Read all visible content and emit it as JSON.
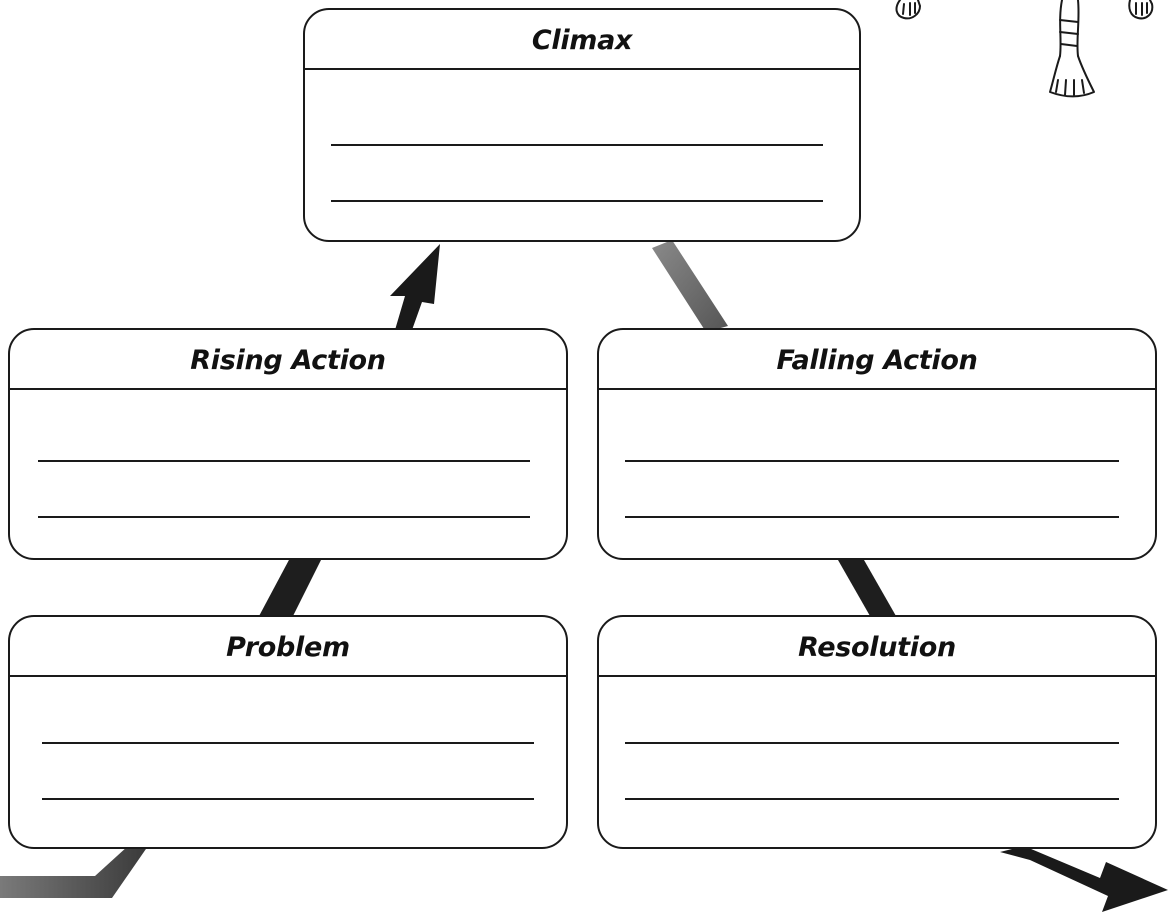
{
  "boxes": {
    "climax": {
      "title": "Climax"
    },
    "rising_action": {
      "title": "Rising Action"
    },
    "falling_action": {
      "title": "Falling Action"
    },
    "problem": {
      "title": "Problem"
    },
    "resolution": {
      "title": "Resolution"
    }
  },
  "colors": {
    "ink": "#1a1a1a",
    "gray_arrow": "#6b6b6b",
    "paper": "#ffffff"
  },
  "icons": [
    "arrow-up-icon",
    "arrow-right-icon",
    "character-doodle-icon"
  ]
}
